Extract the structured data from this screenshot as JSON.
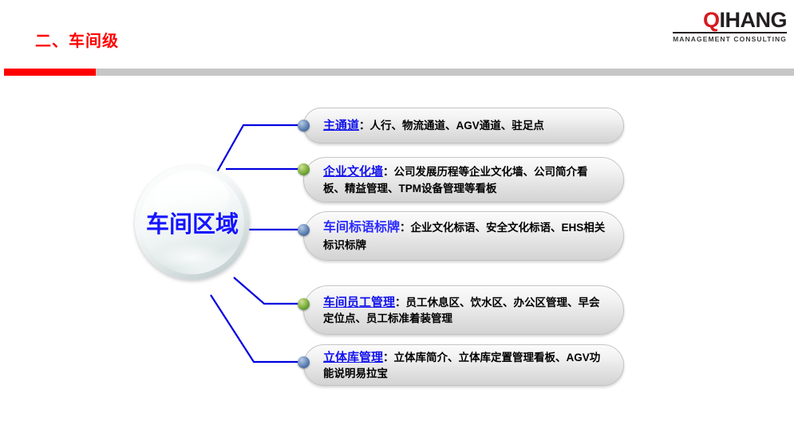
{
  "header": {
    "title": "二、车间级",
    "title_color": "#FF0000",
    "divider_red_color": "#FF0000",
    "divider_gray_color": "#C6C6C6"
  },
  "logo": {
    "word_first": "Q",
    "word_rest": "IHANG",
    "subtitle": "MANAGEMENT  CONSULTING",
    "accent_color": "#D71920",
    "text_color": "#231F20"
  },
  "center": {
    "label": "车间区域",
    "label_color": "#1414FF"
  },
  "items": [
    {
      "bullet": "blue",
      "bullet_color": "#4A6FA5",
      "title": "主通道",
      "title_style": "underline",
      "separator": "：",
      "body": "人行、物流通道、AGV通道、驻足点",
      "lines": 1
    },
    {
      "bullet": "green",
      "bullet_color": "#5E9C2E",
      "title": "企业文化墙",
      "title_style": "underline",
      "separator": "：",
      "body": "公司发展历程等企业文化墙、公司简介看板、精益管理、TPM设备管理等看板",
      "lines": 2
    },
    {
      "bullet": "blue",
      "bullet_color": "#4A6FA5",
      "title": "车间标语标牌",
      "title_style": "bright",
      "separator": "：",
      "body": "企业文化标语、安全文化标语、EHS相关标识标牌",
      "lines": 2
    },
    {
      "bullet": "green",
      "bullet_color": "#5E9C2E",
      "title": "车间员工管理",
      "title_style": "underline",
      "separator": "：",
      "body": "员工休息区、饮水区、办公区管理、早会定位点、员工标准着装管理",
      "lines": 2
    },
    {
      "bullet": "blue",
      "bullet_color": "#4A6FA5",
      "title": "立体库管理",
      "title_style": "underline",
      "separator": "：",
      "body": "立体库简介、立体库定置管理看板、AGV功能说明易拉宝",
      "lines": 2
    }
  ],
  "connector_color": "#0000E0"
}
